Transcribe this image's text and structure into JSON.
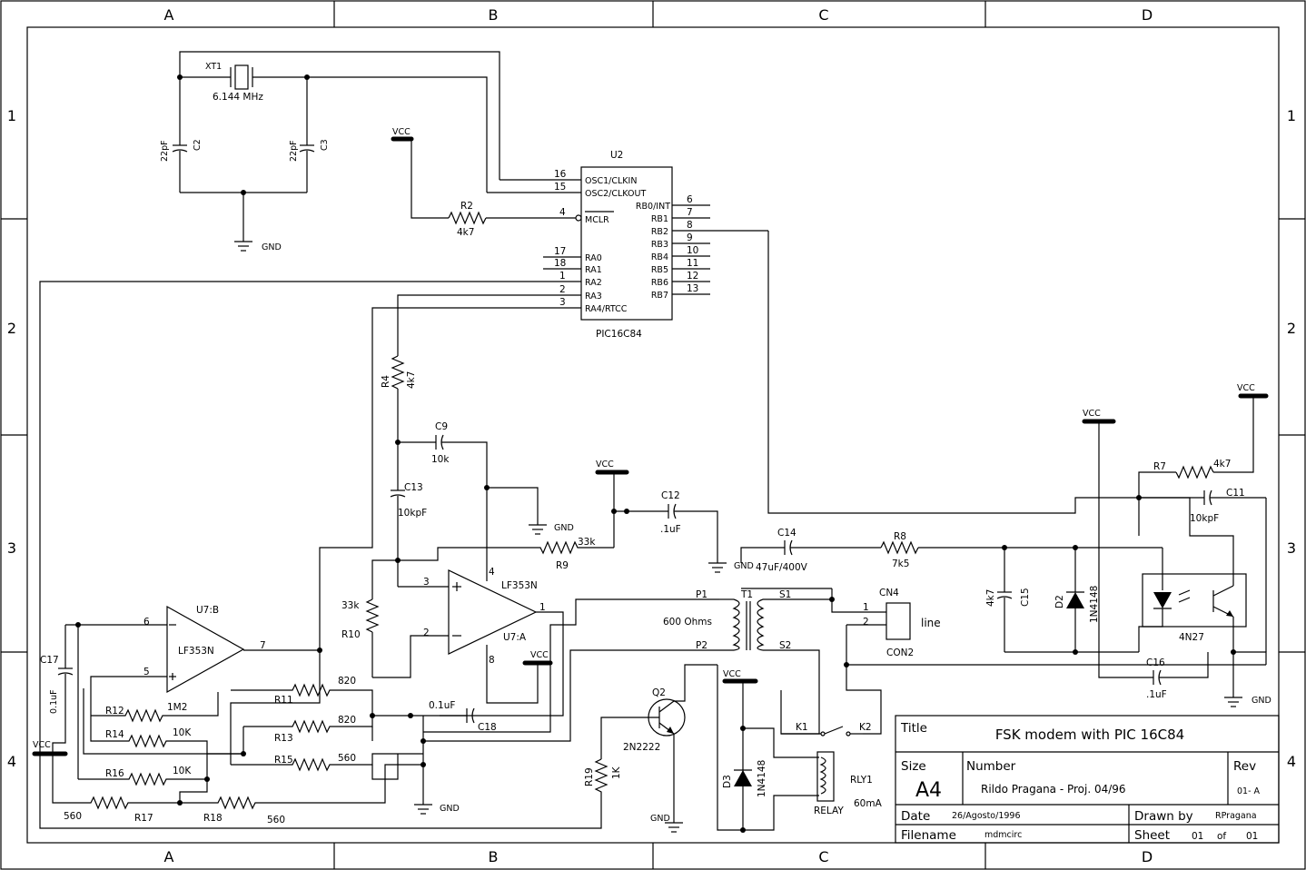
{
  "border": {
    "columns": [
      "A",
      "B",
      "C",
      "D"
    ],
    "rows": [
      "1",
      "2",
      "3",
      "4"
    ]
  },
  "title_block": {
    "title_label": "Title",
    "title": "FSK modem with PIC 16C84",
    "size_label": "Size",
    "size": "A4",
    "number_label": "Number",
    "number": "Rildo Pragana  -  Proj. 04/96",
    "rev_label": "Rev",
    "rev": "01- A",
    "date_label": "Date",
    "date": "26/Agosto/1996",
    "drawn_by_label": "Drawn by",
    "drawn_by": "RPragana",
    "filename_label": "Filename",
    "filename": "mdmcirc",
    "sheet_label": "Sheet",
    "sheet": "01",
    "of_label": "of",
    "sheet_total": "01"
  },
  "mcu": {
    "ref": "U2",
    "part": "PIC16C84",
    "left_pins": [
      {
        "num": "16",
        "name": "OSC1/CLKIN"
      },
      {
        "num": "15",
        "name": "OSC2/CLKOUT"
      },
      {
        "num": "4",
        "name": "MCLR"
      },
      {
        "num": "17",
        "name": "RA0"
      },
      {
        "num": "18",
        "name": "RA1"
      },
      {
        "num": "1",
        "name": "RA2"
      },
      {
        "num": "2",
        "name": "RA3"
      },
      {
        "num": "3",
        "name": "RA4/RTCC"
      }
    ],
    "right_pins": [
      {
        "num": "6",
        "name": "RB0/INT"
      },
      {
        "num": "7",
        "name": "RB1"
      },
      {
        "num": "8",
        "name": "RB2"
      },
      {
        "num": "9",
        "name": "RB3"
      },
      {
        "num": "10",
        "name": "RB4"
      },
      {
        "num": "11",
        "name": "RB5"
      },
      {
        "num": "12",
        "name": "RB6"
      },
      {
        "num": "13",
        "name": "RB7"
      }
    ]
  },
  "crystal": {
    "ref": "XT1",
    "value": "6.144 MHz"
  },
  "c2": {
    "value": "22pF",
    "ref": "C2"
  },
  "c3": {
    "value": "22pF",
    "ref": "C3"
  },
  "r2": {
    "ref": "R2",
    "value": "4k7"
  },
  "r4": {
    "ref": "R4",
    "value": "4k7"
  },
  "c9": {
    "ref": "C9",
    "value": "10k"
  },
  "c13": {
    "ref": "C13",
    "value": "10kpF"
  },
  "c12": {
    "ref": "C12",
    "value": ".1uF"
  },
  "r9": {
    "ref": "R9",
    "value": "33k"
  },
  "r10": {
    "value": "33k",
    "ref": "R10"
  },
  "u7a": {
    "ref": "U7:A",
    "part": "LF353N",
    "pin_plus": "3",
    "pin_minus": "2",
    "pin_out": "1",
    "pin_v": "4",
    "pin_gnd": "8"
  },
  "u7b": {
    "ref": "U7:B",
    "part": "LF353N",
    "pin_minus": "6",
    "pin_plus": "5",
    "pin_out": "7"
  },
  "c17": {
    "ref": "C17",
    "value": "0.1uF"
  },
  "c18": {
    "value": "0.1uF",
    "ref": "C18"
  },
  "r11": {
    "ref": "R11",
    "value": "820"
  },
  "r12": {
    "ref": "R12",
    "value": "1M2"
  },
  "r13": {
    "ref": "R13",
    "value": "820"
  },
  "r14": {
    "ref": "R14",
    "value": "10K"
  },
  "r15": {
    "ref": "R15",
    "value": "560"
  },
  "r16": {
    "ref": "R16",
    "value": "10K"
  },
  "r17": {
    "value": "560",
    "ref": "R17"
  },
  "r18": {
    "ref": "R18",
    "value": "560"
  },
  "r19": {
    "ref": "R19",
    "value": "1K"
  },
  "q2": {
    "ref": "Q2",
    "part": "2N2222"
  },
  "t1": {
    "ref": "T1",
    "p1": "P1",
    "p2": "P2",
    "s1": "S1",
    "s2": "S2",
    "impedance": "600 Ohms"
  },
  "c14": {
    "ref": "C14",
    "value": "47uF/400V"
  },
  "r8": {
    "ref": "R8",
    "value": "7k5"
  },
  "c15": {
    "value": "4k7",
    "ref": "C15"
  },
  "d2": {
    "ref": "D2",
    "part": "1N4148"
  },
  "d3": {
    "ref": "D3",
    "part": "1N4148"
  },
  "opto": {
    "part": "4N27"
  },
  "r7": {
    "ref": "R7",
    "value": "4k7"
  },
  "c11": {
    "ref": "C11",
    "value": "10kpF"
  },
  "c16": {
    "ref": "C16",
    "value": ".1uF"
  },
  "cn4": {
    "ref": "CN4",
    "part": "CON2",
    "pin1": "1",
    "pin2": "2",
    "label": "line"
  },
  "relay": {
    "ref": "RLY1",
    "current": "60mA",
    "part": "RELAY",
    "k1": "K1",
    "k2": "K2"
  },
  "power": {
    "vcc": "VCC",
    "gnd": "GND"
  }
}
